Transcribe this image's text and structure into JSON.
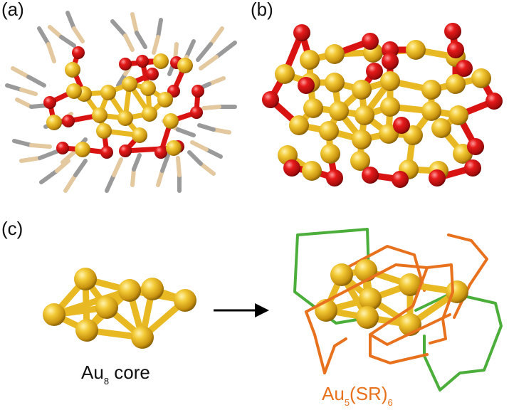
{
  "panels": {
    "a": "(a)",
    "b": "(b)",
    "c": "(c)"
  },
  "captions": {
    "core": {
      "prefix": "Au",
      "sub1": "8",
      "rest": " core"
    },
    "staple": {
      "prefix": "Au",
      "sub1": "5",
      "mid": "(SR)",
      "sub2": "6"
    }
  },
  "colors": {
    "gold_atom": "#e8b923",
    "sulfur_atom": "#d91212",
    "carbon": "#9a9a9a",
    "hydrogen_tan": "#e3c8a0",
    "staple_orange": "#e8711e",
    "staple_green": "#4cae3a",
    "arrow": "#000000"
  },
  "icons": [
    "arrow-right-icon"
  ]
}
